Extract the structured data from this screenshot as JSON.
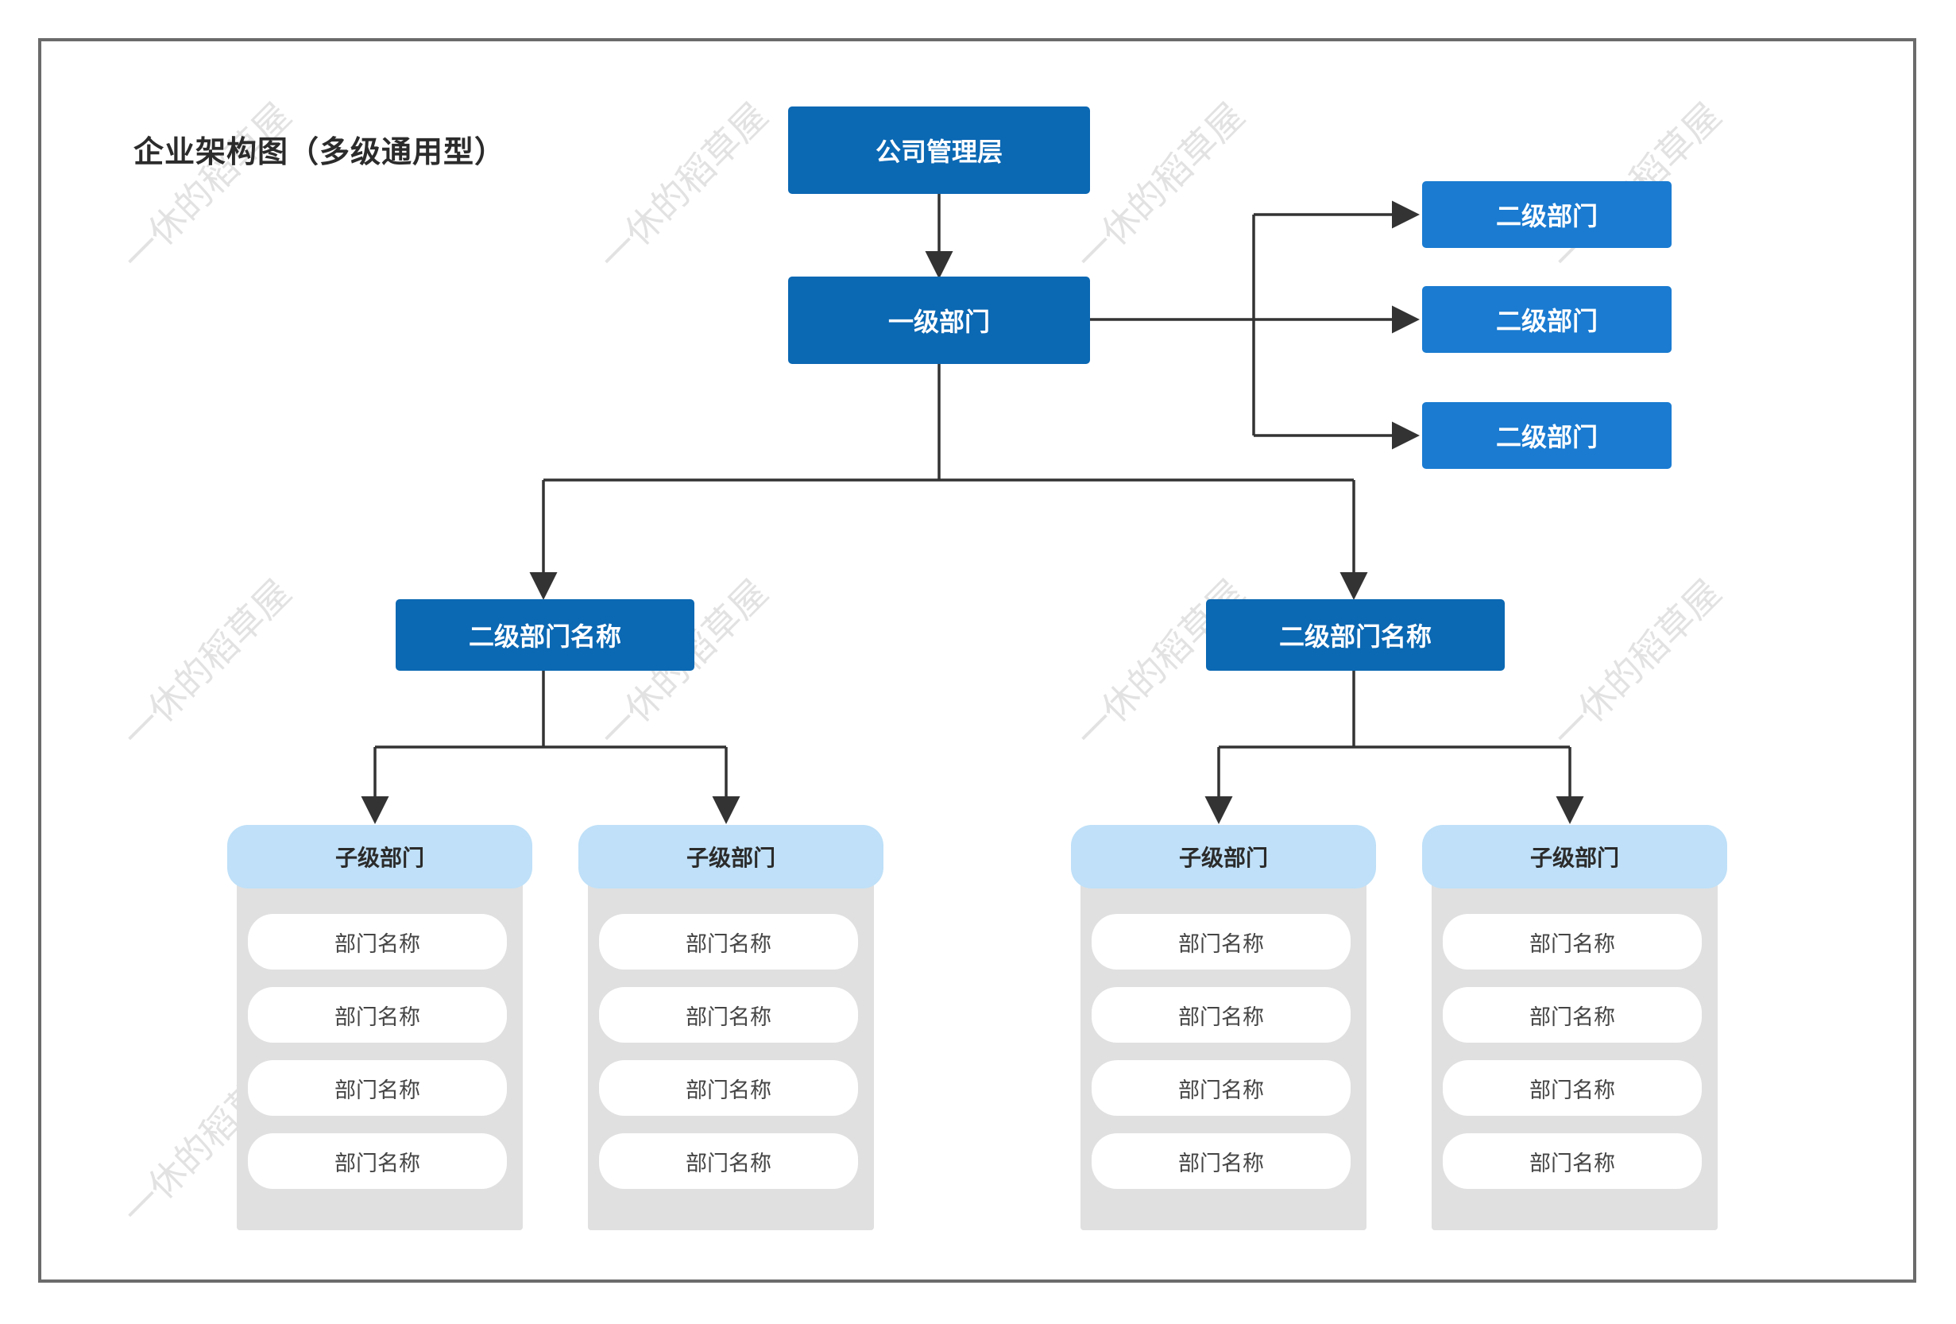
{
  "title": "企业架构图（多级通用型）",
  "top": {
    "label": "公司管理层"
  },
  "level1": {
    "label": "一级部门"
  },
  "side_depts": [
    {
      "label": "二级部门"
    },
    {
      "label": "二级部门"
    },
    {
      "label": "二级部门"
    }
  ],
  "level2": [
    {
      "label": "二级部门名称"
    },
    {
      "label": "二级部门名称"
    }
  ],
  "subgroups": [
    {
      "header": "子级部门",
      "items": [
        "部门名称",
        "部门名称",
        "部门名称",
        "部门名称"
      ]
    },
    {
      "header": "子级部门",
      "items": [
        "部门名称",
        "部门名称",
        "部门名称",
        "部门名称"
      ]
    },
    {
      "header": "子级部门",
      "items": [
        "部门名称",
        "部门名称",
        "部门名称",
        "部门名称"
      ]
    },
    {
      "header": "子级部门",
      "items": [
        "部门名称",
        "部门名称",
        "部门名称",
        "部门名称"
      ]
    }
  ],
  "watermark": "一休的稻草屋",
  "colors": {
    "node_dark": "#0b68b3",
    "node_side": "#1a7bd1",
    "sub_header": "#bfe0f8",
    "panel": "#e0e0e0",
    "connector": "#333333",
    "frame": "#6b6b6b"
  }
}
